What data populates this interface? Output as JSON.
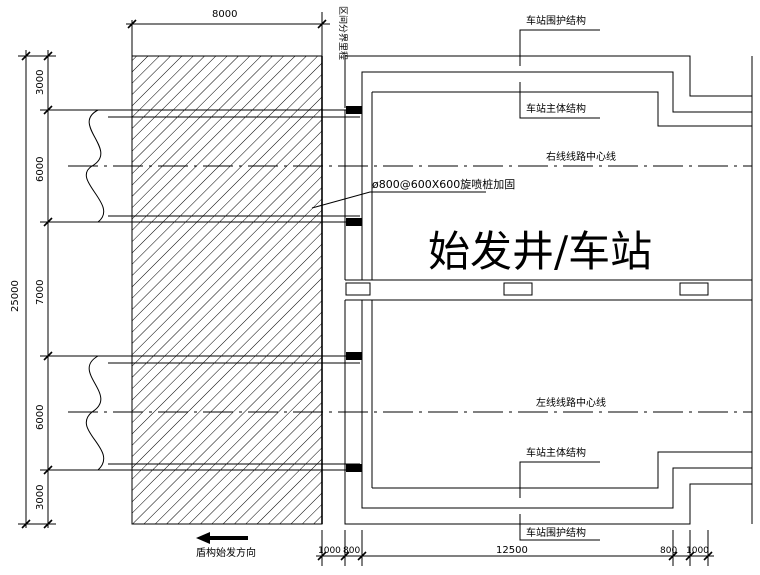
{
  "dimensions": {
    "top_width": "8000",
    "left_total": "25000",
    "left_segments": [
      "3000",
      "6000",
      "7000",
      "6000",
      "3000"
    ],
    "bottom_segments": [
      "1000",
      "800",
      "12500",
      "800",
      "1000"
    ]
  },
  "labels": {
    "station_title": "始发井/车站",
    "station_envelope_top": "车站围护结构",
    "station_main_top": "车站主体结构",
    "right_centerline": "右线线路中心线",
    "left_centerline": "左线线路中心线",
    "station_main_bottom": "车站主体结构",
    "station_envelope_bottom": "车站围护结构",
    "reinforcement": "ø800@600X600旋喷桩加固",
    "boundary_vertical": "区间分界里程",
    "shield_direction": "盾构始发方向"
  }
}
